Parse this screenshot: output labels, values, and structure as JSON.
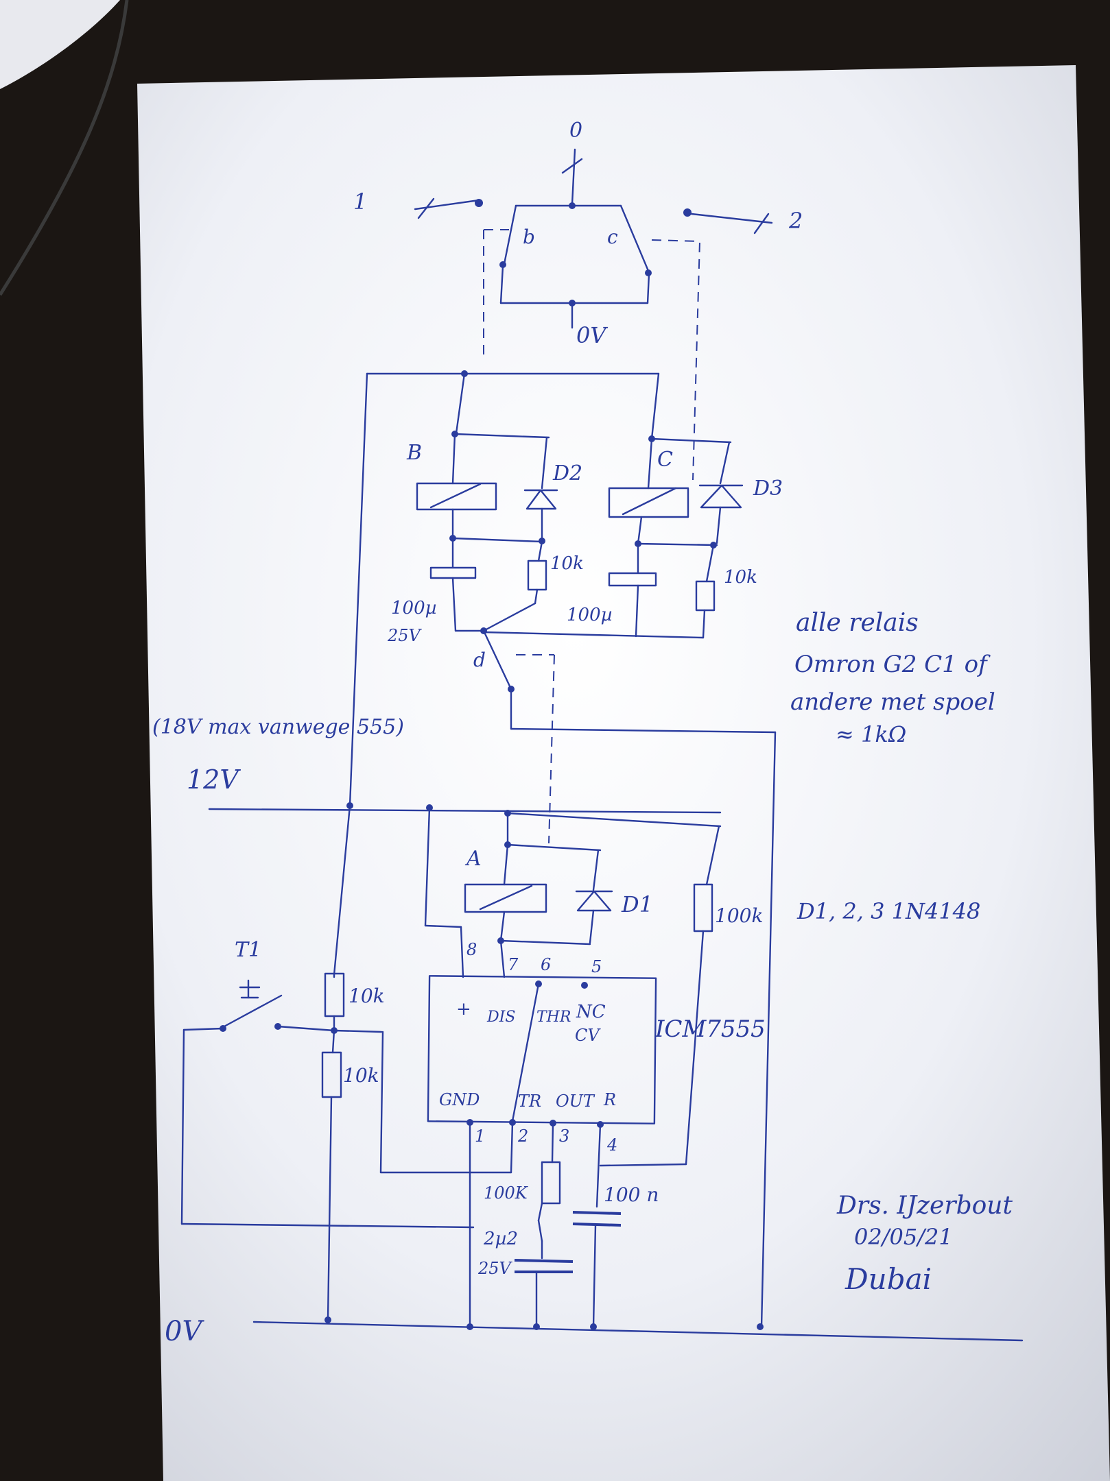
{
  "switch": {
    "pos_0": "0",
    "pos_1": "1",
    "pos_2": "2",
    "contact_b": "b",
    "contact_c": "c",
    "ground": "0V"
  },
  "relays": {
    "B": {
      "label": "B",
      "diode": "D2",
      "resistor": "10k",
      "cap": "100µ",
      "cap_voltage": "25V"
    },
    "C": {
      "label": "C",
      "diode": "D3",
      "resistor": "10k",
      "cap": "100µ"
    },
    "A": {
      "label": "A",
      "diode": "D1"
    },
    "contact_d": "d"
  },
  "supply": {
    "note": "(18V max vanwege 555)",
    "positive": "12V",
    "ground": "0V"
  },
  "timer": {
    "chip": "ICM7555",
    "pins": {
      "p8": "8",
      "p7": "7",
      "p6": "6",
      "p5": "5",
      "p1": "1",
      "p2": "2",
      "p3": "3",
      "p4": "4"
    },
    "pin_labels": {
      "plus": "+",
      "dis": "DIS",
      "thr": "THR",
      "nc": "NC",
      "cv": "CV",
      "gnd": "GND",
      "tr": "TR",
      "out": "OUT",
      "r": "R"
    },
    "r_pullup": "100k",
    "r_out": "100K",
    "c_reset": "100 n",
    "c_timing": "2µ2",
    "c_timing_voltage": "25V"
  },
  "trigger": {
    "button": "T1",
    "r_top": "10k",
    "r_bottom": "10k"
  },
  "notes": {
    "relay_line1": "alle relais",
    "relay_line2": "Omron G2 C1 of",
    "relay_line3": "andere met spoel",
    "relay_line4": "≈ 1kΩ",
    "diodes": "D1, 2, 3    1N4148"
  },
  "signature": {
    "name": "Drs. IJzerbout",
    "date": "02/05/21",
    "place": "Dubai"
  },
  "colors": {
    "ink": "#2a3c9e",
    "paper": "#f3f4f8",
    "background": "#1b1613"
  }
}
